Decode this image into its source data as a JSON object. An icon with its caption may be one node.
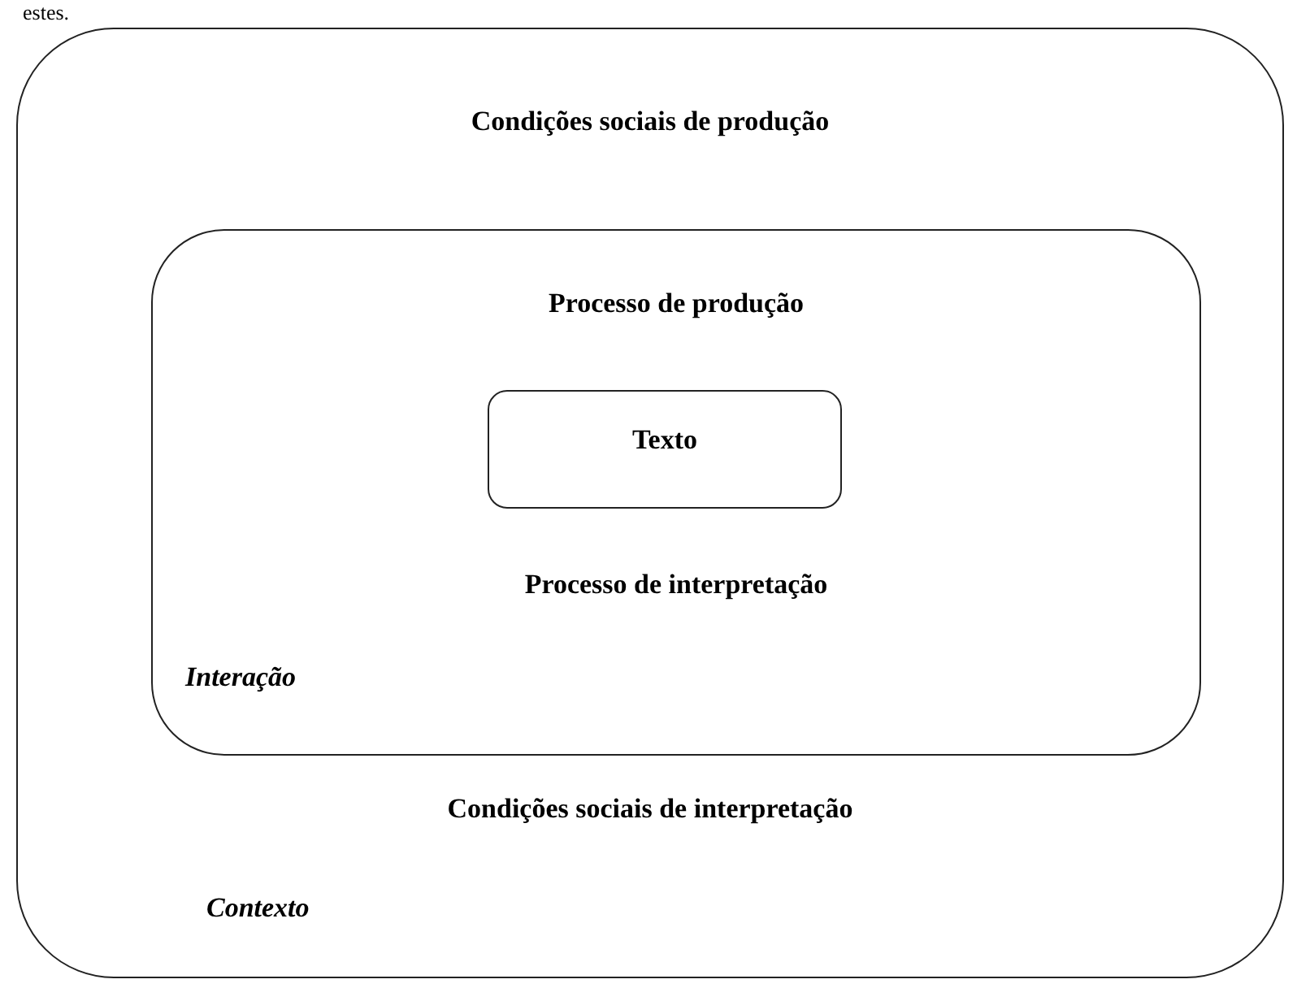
{
  "diagram": {
    "nodes": [
      {
        "text": [
          "Condições sociais de produção",
          "Condições sociais de interpretação",
          "Contexto"
        ]
      },
      {
        "text": [
          "Processo de produção",
          "Processo de interpretação",
          "Interação"
        ],
        "in": 0
      },
      {
        "text": [
          "Texto"
        ],
        "in": 1
      }
    ],
    "labels": [
      "estes."
    ]
  }
}
